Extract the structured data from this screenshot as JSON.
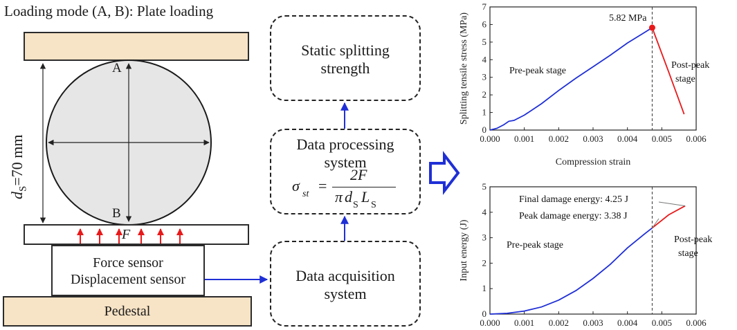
{
  "title": "Loading mode (A, B): Plate loading",
  "diagram": {
    "point_top": "A",
    "point_bottom": "B",
    "force_label": "F",
    "diameter_label_d": "d",
    "diameter_label_sub": "S",
    "diameter_label_value": "=70 mm",
    "sensor_line1": "Force sensor",
    "sensor_line2": "Displacement sensor",
    "pedestal": "Pedestal"
  },
  "flow": {
    "box_strength_line1": "Static splitting",
    "box_strength_line2": "strength",
    "box_processing_line1": "Data processing",
    "box_processing_line2": "system",
    "formula_lhs": "σ",
    "formula_lhs_sub": "st",
    "formula_equals": "=",
    "formula_num": "2F",
    "formula_den_pi": "π",
    "formula_den_d": "d",
    "formula_den_dsub": "S",
    "formula_den_L": "L",
    "formula_den_Lsub": "S",
    "box_acquisition_line1": "Data acquisition",
    "box_acquisition_line2": "system"
  },
  "colors": {
    "pre_peak": "#1f2fd6",
    "post_peak": "#e8191a",
    "plate_fill": "#f7e3c5",
    "specimen_fill": "#e6e6e6",
    "arrow": "#1f2fd6",
    "force_arrow": "#e8191a"
  },
  "chart_data": [
    {
      "type": "line",
      "xlabel": "Compression strain",
      "ylabel": "Splitting tensile stress (MPa)",
      "xlim": [
        0,
        0.006
      ],
      "ylim": [
        0,
        7
      ],
      "xticks": [
        "0.000",
        "0.001",
        "0.002",
        "0.003",
        "0.004",
        "0.005",
        "0.006"
      ],
      "yticks": [
        "0",
        "1",
        "2",
        "3",
        "4",
        "5",
        "6",
        "7"
      ],
      "series": [
        {
          "color": "#1f2fd6",
          "x": [
            0,
            0.0002,
            0.0004,
            0.00055,
            0.0007,
            0.001,
            0.0015,
            0.002,
            0.0025,
            0.003,
            0.0035,
            0.004,
            0.0045,
            0.00472
          ],
          "y": [
            0,
            0.1,
            0.3,
            0.5,
            0.55,
            0.85,
            1.5,
            2.25,
            2.95,
            3.6,
            4.25,
            4.95,
            5.55,
            5.82
          ]
        },
        {
          "color": "#e8191a",
          "x": [
            0.00472,
            0.0052,
            0.00565
          ],
          "y": [
            5.82,
            3.3,
            0.9
          ]
        }
      ],
      "peak_marker": {
        "x": 0.00472,
        "y": 5.82
      },
      "peak_label": "5.82 MPa",
      "vline_x": 0.00472,
      "annotations": [
        "Pre-peak stage",
        "Post-peak stage"
      ]
    },
    {
      "type": "line",
      "xlabel": "",
      "ylabel": "Input energy (J)",
      "xlim": [
        0,
        0.006
      ],
      "ylim": [
        0,
        5
      ],
      "xticks": [
        "0.000",
        "0.001",
        "0.002",
        "0.003",
        "0.004",
        "0.005",
        "0.006"
      ],
      "yticks": [
        "0",
        "1",
        "2",
        "3",
        "4",
        "5"
      ],
      "series": [
        {
          "color": "#1f2fd6",
          "x": [
            0,
            0.0005,
            0.001,
            0.0015,
            0.002,
            0.0025,
            0.003,
            0.0035,
            0.004,
            0.0045,
            0.00472
          ],
          "y": [
            0,
            0.03,
            0.12,
            0.28,
            0.55,
            0.92,
            1.4,
            1.95,
            2.6,
            3.15,
            3.38
          ]
        },
        {
          "color": "#e8191a",
          "x": [
            0.00472,
            0.0052,
            0.00568
          ],
          "y": [
            3.38,
            3.9,
            4.25
          ]
        }
      ],
      "vline_x": 0.00472,
      "annotations": [
        "Final damage energy: 4.25 J",
        "Peak damage energy: 3.38 J",
        "Pre-peak stage",
        "Post-peak stage"
      ]
    }
  ]
}
